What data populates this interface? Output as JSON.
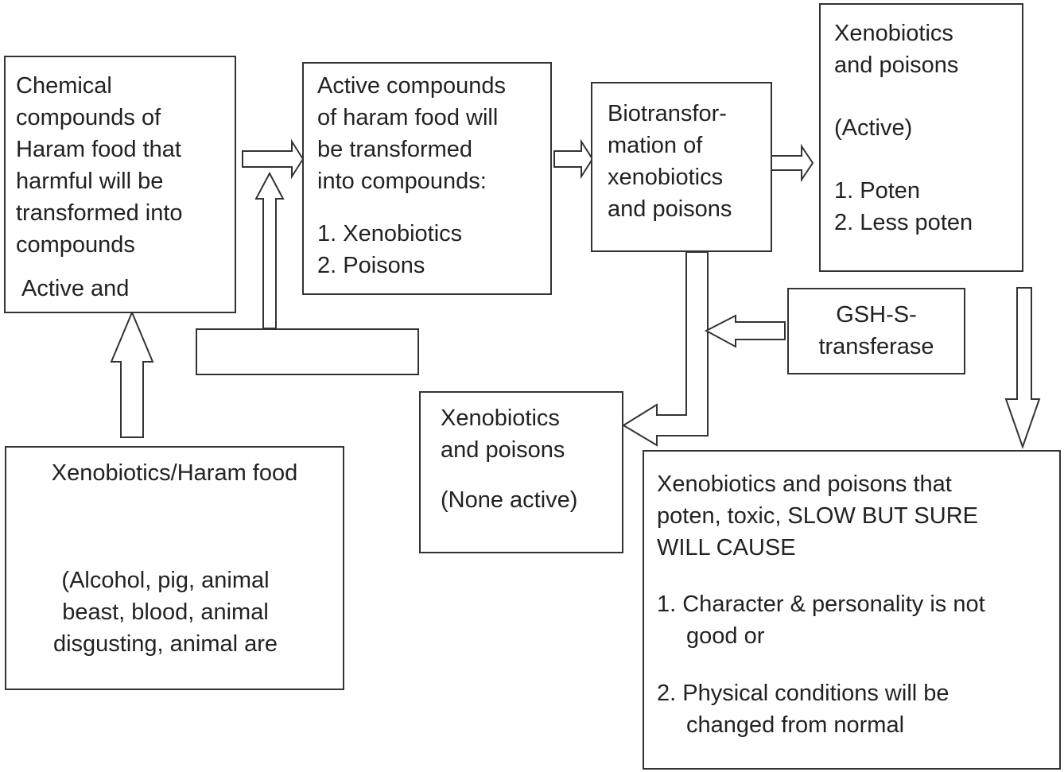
{
  "boxes": {
    "chemical": {
      "lines": [
        "Chemical",
        "compounds of",
        "Haram food that",
        "harmful will be",
        "transformed into",
        "compounds"
      ],
      "extra": "Active and"
    },
    "active": {
      "lines": [
        "Active compounds",
        "of haram food will",
        "be transformed",
        "into compounds:"
      ],
      "items": [
        "1. Xenobiotics",
        "2. Poisons"
      ]
    },
    "biotrans": {
      "lines": [
        "Biotransfor-",
        "mation of",
        "xenobiotics",
        "and poisons"
      ]
    },
    "active_result": {
      "lines": [
        "Xenobiotics",
        "and poisons"
      ],
      "status": "(Active)",
      "items": [
        "1. Poten",
        "2. Less poten"
      ]
    },
    "gsh": {
      "lines": [
        "GSH-S-",
        "transferase"
      ]
    },
    "none_active": {
      "lines": [
        "Xenobiotics",
        "and poisons"
      ],
      "status": "(None active)"
    },
    "source": {
      "title": "Xenobiotics/Haram food",
      "lines": [
        "(Alcohol, pig, animal",
        "beast, blood, animal",
        "disgusting, animal are"
      ]
    },
    "outcome": {
      "lines": [
        "Xenobiotics and poisons that",
        "poten, toxic, SLOW BUT SURE",
        "WILL CAUSE"
      ],
      "item1": [
        "1. Character & personality is not",
        "good or"
      ],
      "item2": [
        "2. Physical conditions will be",
        "changed from normal"
      ]
    }
  }
}
